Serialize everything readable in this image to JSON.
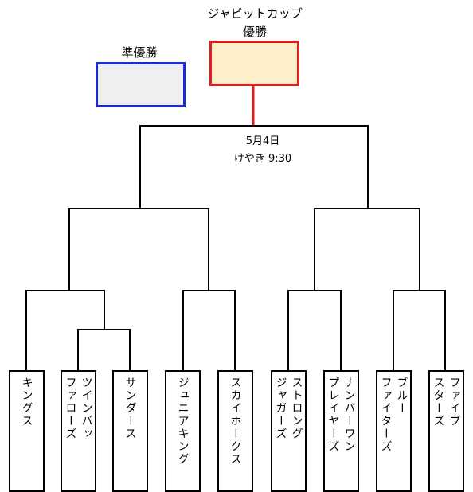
{
  "tournament": {
    "name": "ジャビットカップ",
    "winner_label": "優勝",
    "runner_up_label": "準優勝",
    "final_date": "5月4日",
    "final_venue_time": "けやき 9:30"
  },
  "teams": [
    {
      "lines": [
        "キングス"
      ]
    },
    {
      "lines": [
        "ツインバッ",
        "ファローズ"
      ]
    },
    {
      "lines": [
        "サンダース"
      ]
    },
    {
      "lines": [
        "ジュニアキング"
      ]
    },
    {
      "lines": [
        "スカイホークス"
      ]
    },
    {
      "lines": [
        "ストロング",
        "ジャガーズ"
      ]
    },
    {
      "lines": [
        "ナンバーワン",
        "プレイヤーズ"
      ]
    },
    {
      "lines": [
        "ブルー",
        "ファイターズ"
      ]
    },
    {
      "lines": [
        "ファイブ",
        "スターズ"
      ]
    }
  ],
  "colors": {
    "winner_border": "#dd1f1f",
    "winner_fill": "#fff0cc",
    "runner_up_border": "#1a2ad6",
    "runner_up_fill": "#efefef",
    "bracket_line": "#000000"
  }
}
